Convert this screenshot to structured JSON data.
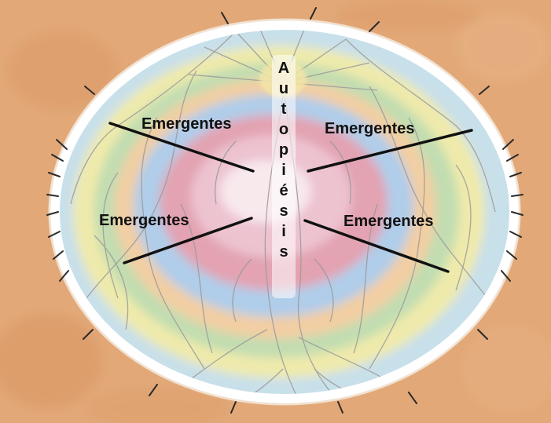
{
  "labels": {
    "top_left": "Emergentes",
    "top_right": "Emergentes",
    "bottom_left": "Emergentes",
    "bottom_right": "Emergentes"
  },
  "vertical_word": [
    "A",
    "u",
    "t",
    "o",
    "p",
    "i",
    "é",
    "s",
    "i",
    "s"
  ],
  "colors": {
    "paper": "#e2a878",
    "rim": "#ffffff",
    "outer_blue": "#bcd9e6",
    "yellow": "#ece699",
    "green": "#b4d6a0",
    "orange": "#efc48f",
    "blue": "#9fc3e5",
    "red": "#dd8fa1",
    "pink": "#e9b6c6",
    "core": "#f7e4ea",
    "veins": "#9a9a9a",
    "ink": "#111111"
  }
}
